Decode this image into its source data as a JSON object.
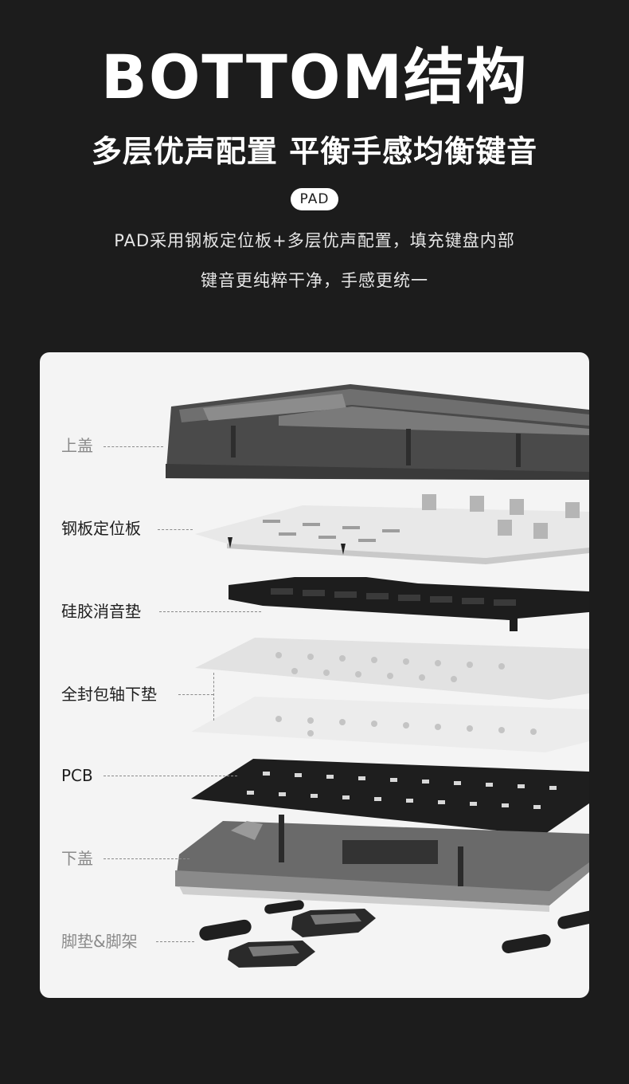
{
  "header": {
    "title": "BOTTOM结构",
    "subtitle": "多层优声配置 平衡手感均衡键音",
    "badge": "PAD",
    "desc_line1": "PAD采用钢板定位板+多层优声配置，填充键盘内部",
    "desc_line2": "键音更纯粹干净，手感更统一"
  },
  "layers": [
    {
      "label": "上盖"
    },
    {
      "label": "钢板定位板"
    },
    {
      "label": "硅胶消音垫"
    },
    {
      "label": "全封包轴下垫"
    },
    {
      "label": "PCB"
    },
    {
      "label": "下盖"
    },
    {
      "label": "脚垫&脚架"
    }
  ],
  "colors": {
    "background": "#1c1c1c",
    "panel": "#f4f4f4",
    "badge_bg": "#ffffff",
    "label_gray": "#8a8a8a",
    "label_dark": "#1e1e1e"
  }
}
